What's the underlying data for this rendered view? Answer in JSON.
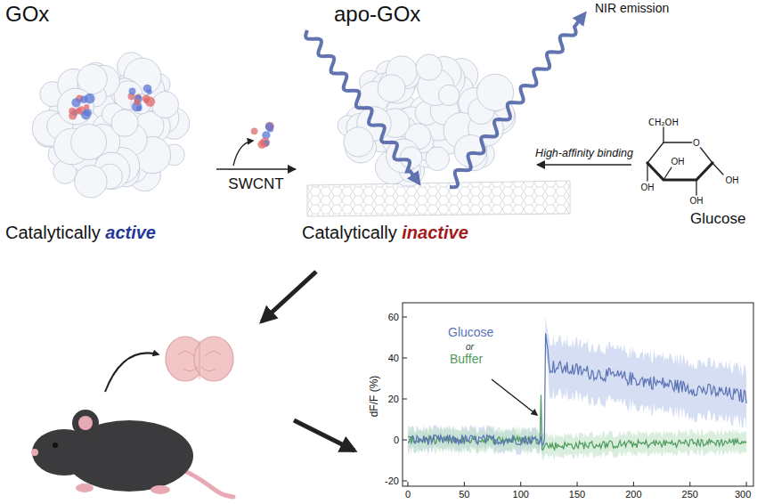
{
  "diagram": {
    "nodes": [
      {
        "text": [
          "GOx",
          "Catalytically active"
        ]
      },
      {
        "text": [
          "apo-GOx",
          "Catalytically inactive"
        ]
      },
      {
        "text": [
          "Glucose"
        ]
      }
    ],
    "edges": [
      {
        "from": 0,
        "to": 1,
        "arrow": "to",
        "label": "SWCNT"
      },
      {
        "from": 2,
        "to": 1,
        "arrow": "to",
        "label": "High-affinity binding"
      }
    ],
    "labels": [
      "NIR emission",
      "CH₂OH",
      "O",
      "OH",
      "OH",
      "OH",
      "OH",
      "60",
      "40",
      "20",
      "0",
      "-20",
      "0",
      "50",
      "100",
      "150",
      "200",
      "250",
      "300",
      "dF/F (%)",
      "Glucose",
      "or",
      "Buffer"
    ]
  }
}
